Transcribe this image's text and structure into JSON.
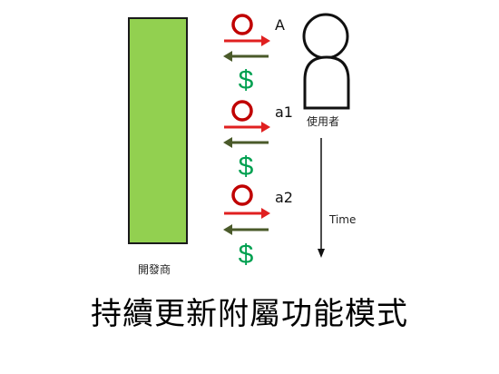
{
  "developer": {
    "label": "開發商",
    "color": "#92d050"
  },
  "user": {
    "label": "使用者"
  },
  "time": {
    "label": "Time"
  },
  "versions": [
    {
      "label": "A"
    },
    {
      "label": "a1"
    },
    {
      "label": "a2"
    }
  ],
  "symbols": {
    "currency": "$"
  },
  "colors": {
    "version_circle": "#c00000",
    "to_user_arrow": "#e02020",
    "to_dev_arrow": "#4a5a2a",
    "dollar": "#00a050"
  },
  "title": "持續更新附屬功能模式"
}
